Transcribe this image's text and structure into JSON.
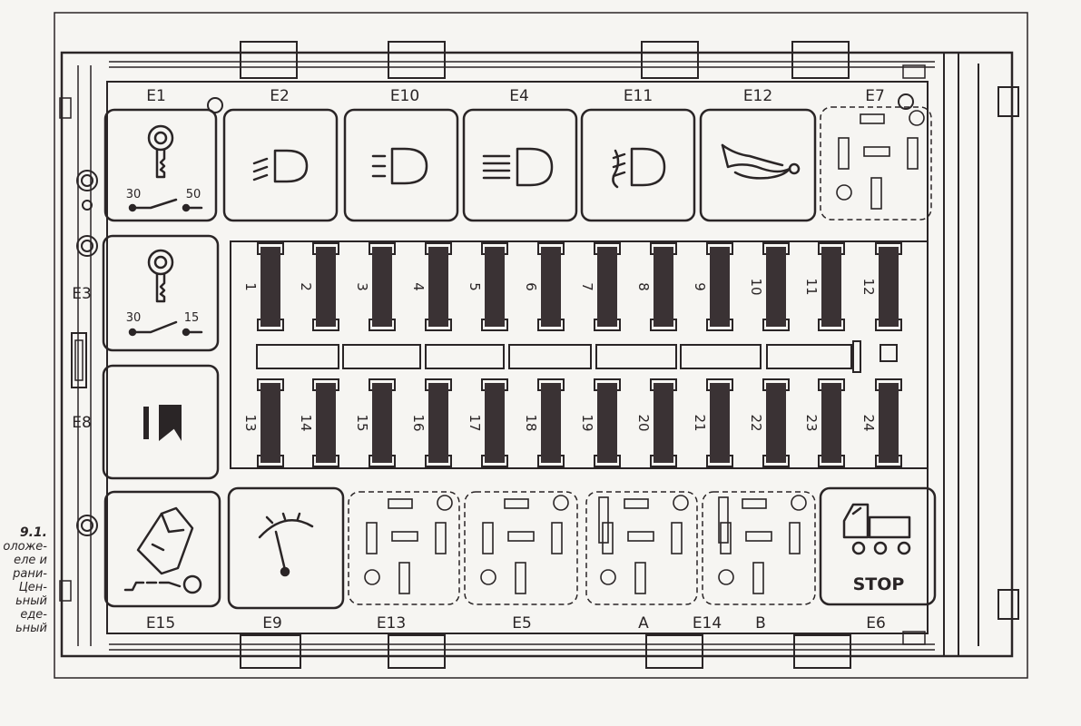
{
  "caption": {
    "figure_number": "9.1.",
    "lines": [
      "оложе-",
      "еле и",
      "рани-",
      "Цен-",
      "ьный",
      "еде-",
      "ьный"
    ]
  },
  "relay_labels": {
    "top": [
      "E1",
      "E2",
      "E10",
      "E4",
      "E11",
      "E12",
      "E7"
    ],
    "left": [
      "E3",
      "E8"
    ],
    "bottom": [
      "E15",
      "E9",
      "E13",
      "E5",
      "A",
      "E14",
      "B",
      "E6"
    ]
  },
  "ignition_switch_terminals": {
    "e1": [
      "30",
      "50"
    ],
    "e3": [
      "30",
      "15"
    ]
  },
  "stop_text": "STOP",
  "fuses_top_row": [
    "1",
    "2",
    "3",
    "4",
    "5",
    "6",
    "7",
    "8",
    "9",
    "10",
    "11",
    "12"
  ],
  "fuses_bottom_row": [
    "13",
    "14",
    "15",
    "16",
    "17",
    "18",
    "19",
    "20",
    "21",
    "22",
    "23",
    "24"
  ],
  "icons": [
    "key-icon",
    "headlight-low-icon",
    "headlight-low-icon",
    "headlight-high-icon",
    "fog-light-icon",
    "horn-icon",
    "key-icon",
    "diode-icon",
    "door-lock-icon",
    "wiper-icon",
    "truck-icon"
  ]
}
